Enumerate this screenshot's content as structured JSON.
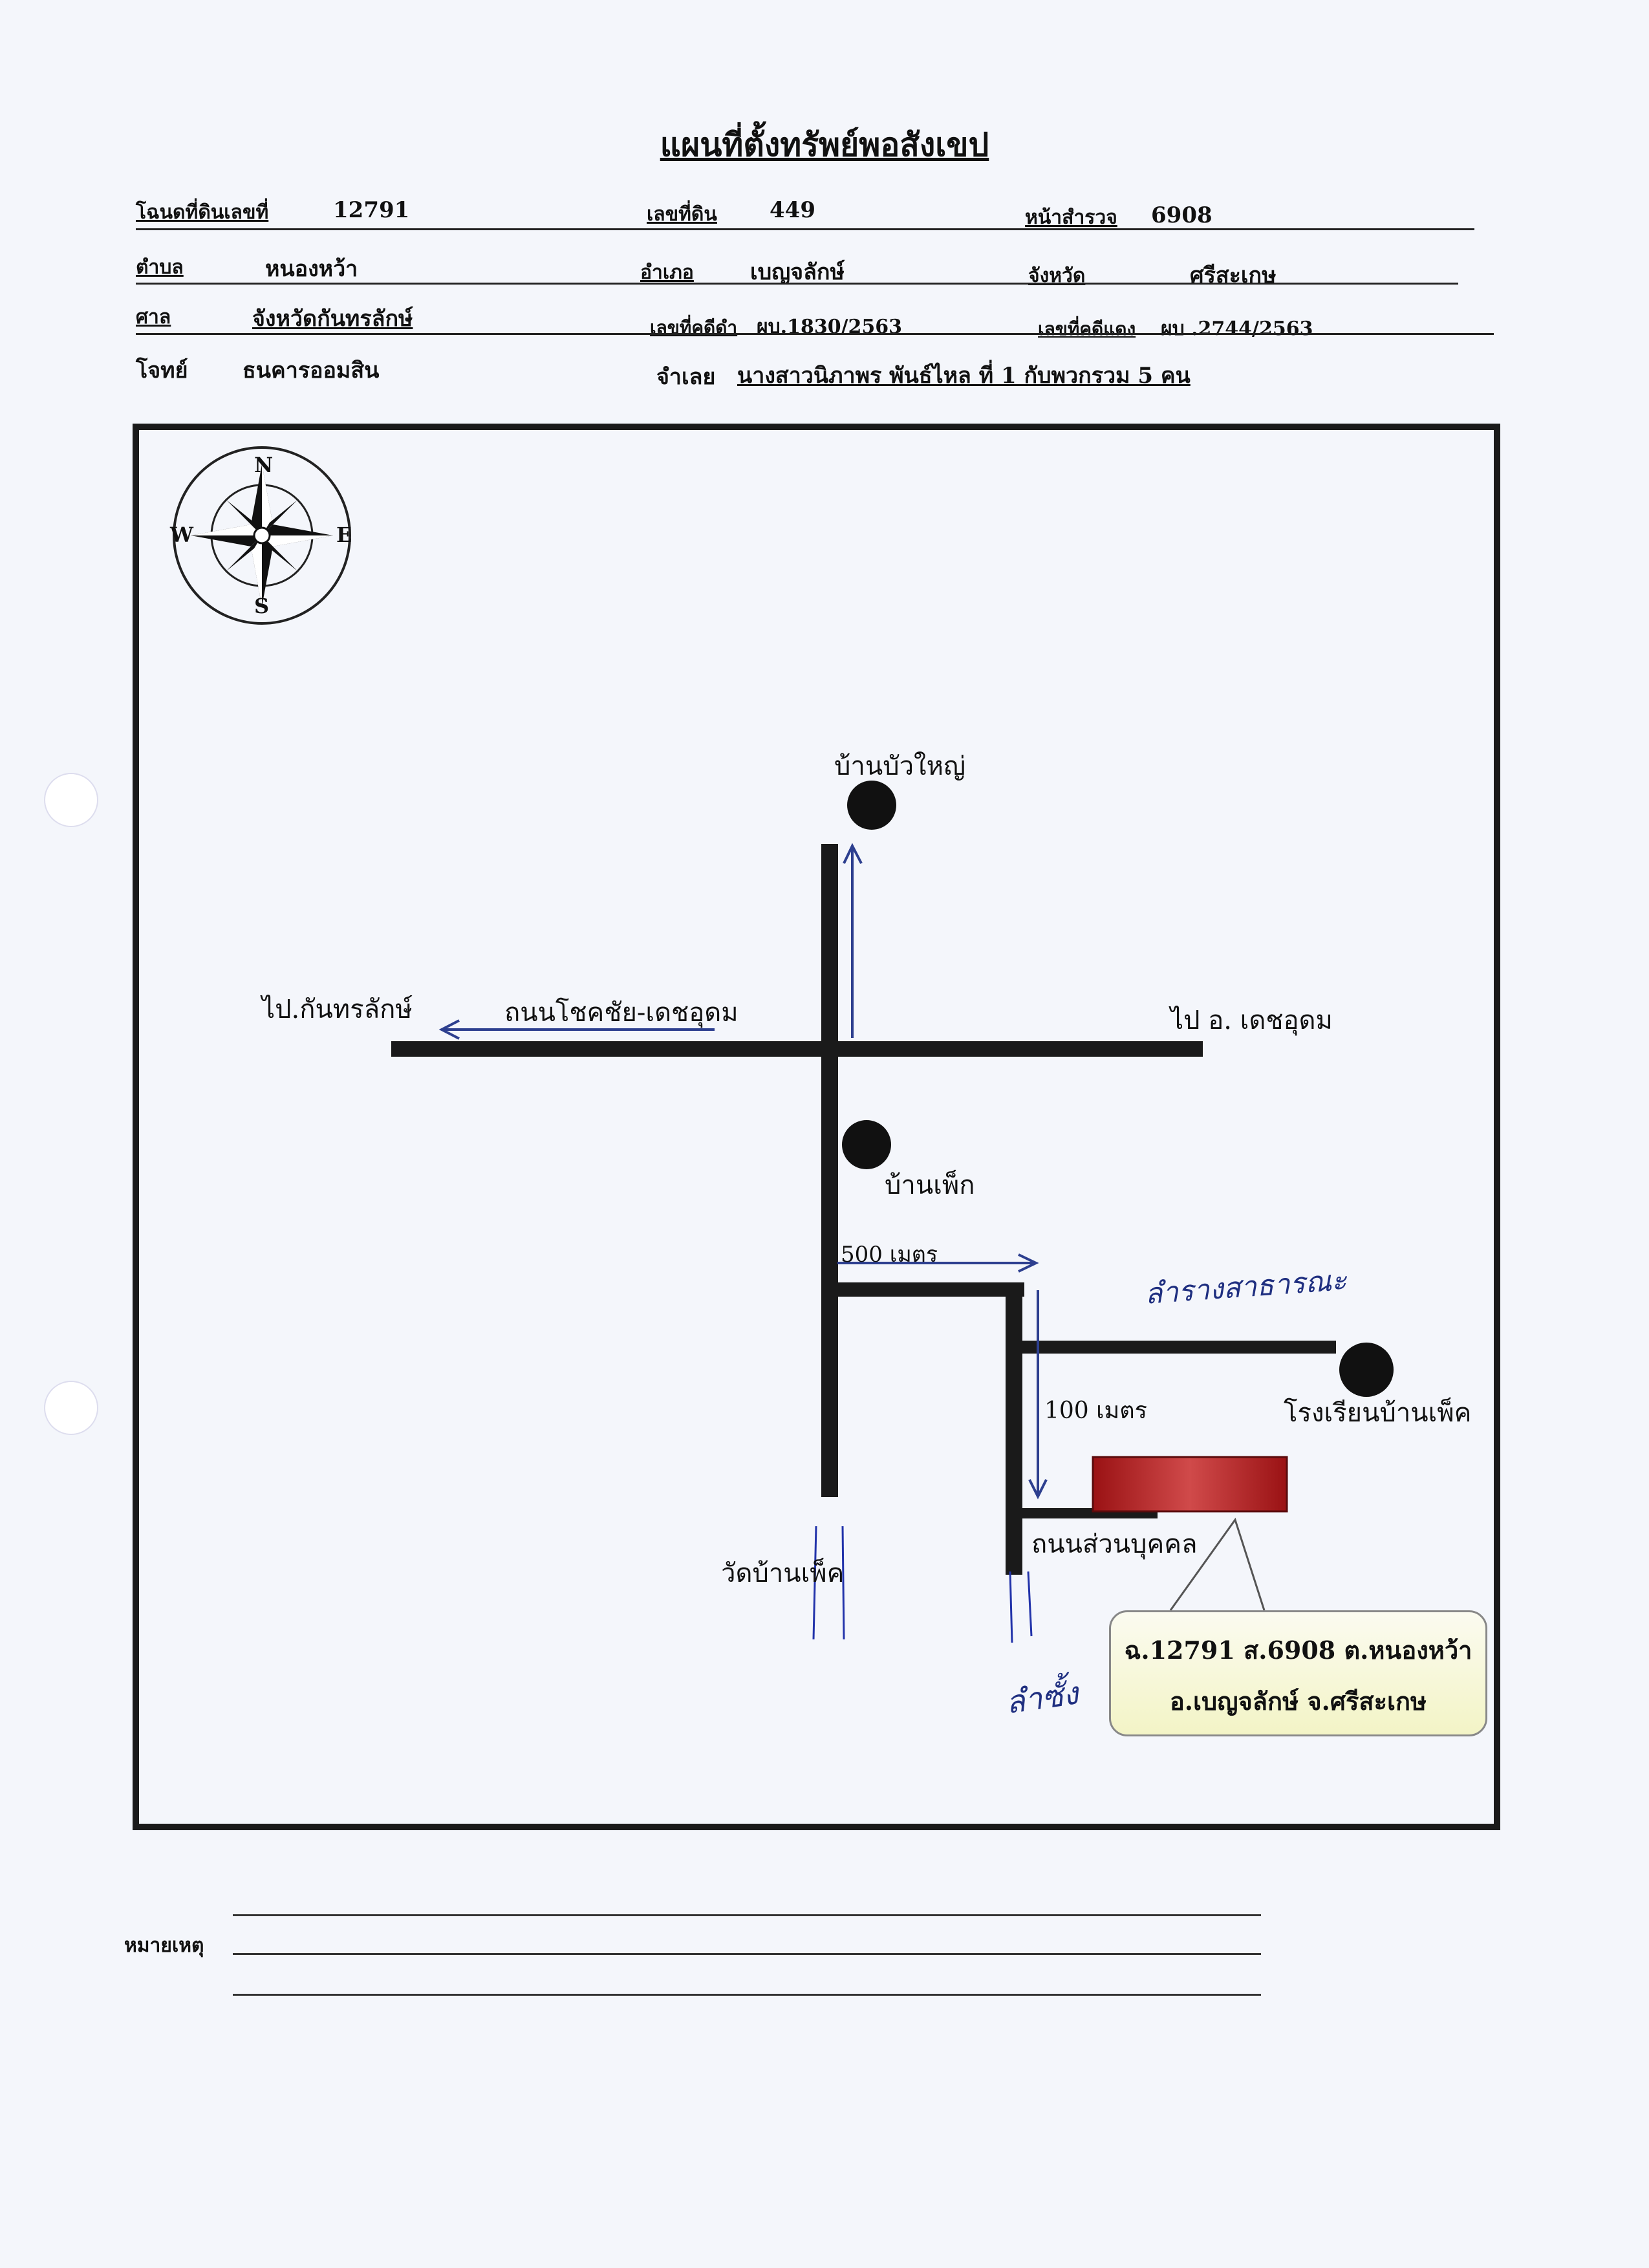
{
  "document": {
    "title": "แผนที่ตั้งทรัพย์พอสังเขป"
  },
  "header": {
    "deed_label": "โฉนดที่ดินเลขที่",
    "deed_value": "12791",
    "land_no_label": "เลขที่ดิน",
    "land_no_value": "449",
    "survey_label": "หน้าสำรวจ",
    "survey_value": "6908",
    "subdistrict_label": "ตำบล",
    "subdistrict_value": "หนองหว้า",
    "district_label": "อำเภอ",
    "district_value": "เบญจลักษ์",
    "province_label": "จังหวัด",
    "province_value": "ศรีสะเกษ",
    "court_label": "ศาล",
    "court_value": "จังหวัดกันทรลักษ์",
    "black_case_label": "เลขที่คดีดำ",
    "black_case_value": "ผบ.1830/2563",
    "red_case_label": "เลขที่คดีแดง",
    "red_case_value": "ผบ .2744/2563",
    "plaintiff_label": "โจทย์",
    "plaintiff_value": "ธนคารออมสิน",
    "defendant_label": "จำเลย",
    "defendant_value": "นางสาวนิภาพร พันธ์ไหล ที่ 1 กับพวกรวม 5 คน"
  },
  "compass": {
    "north": "N",
    "south": "S",
    "east": "E",
    "west": "W"
  },
  "map": {
    "village_north": "บ้านบัวใหญ่",
    "to_kanthararak": "ไป.กันทรลักษ์",
    "main_road": "ถนนโชคชัย-เดชอุดม",
    "to_det_udom": "ไป อ. เดชอุดม",
    "village_pek": "บ้านเพ็ก",
    "distance_500": "500 เมตร",
    "handwritten_1": "ลำรางสาธารณะ",
    "school": "โรงเรียนบ้านเพ็ค",
    "distance_100": "100 เมตร",
    "private_road": "ถนนส่วนบุคคล",
    "temple": "วัดบ้านเพ็ค",
    "handwritten_2": "ลำซั้ง",
    "callout_line1": "ฉ.12791 ส.6908 ต.หนองหว้า",
    "callout_line2": "อ.เบญจลักษ์ จ.ศรีสะเกษ",
    "plot_color": "#b3191b"
  },
  "footer": {
    "remark_label": "หมายเหตุ"
  }
}
